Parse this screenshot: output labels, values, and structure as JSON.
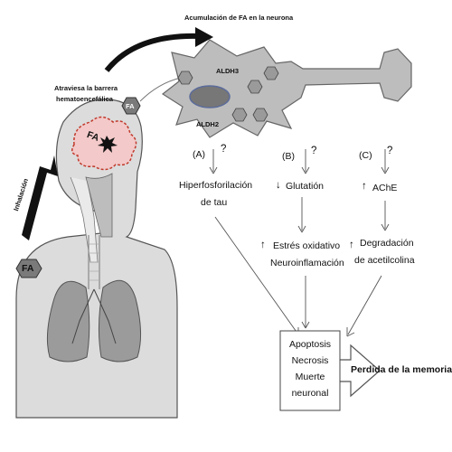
{
  "header": {
    "accumulation": "Acumulación de FA en la neurona",
    "barrier_line1": "Atraviesa la barrera",
    "barrier_line2": "hematoencefálica"
  },
  "neuron": {
    "enzyme1": "ALDH3",
    "enzyme2": "ALDH2",
    "fa_label": "FA"
  },
  "body": {
    "inhalation": "Inhalación",
    "fa_outside": "FA",
    "fa_brain": "FA"
  },
  "pathways": {
    "a": {
      "tag": "(A)",
      "question": "?",
      "line1": "Hiperfosforilación",
      "line2": "de tau"
    },
    "b": {
      "tag": "(B)",
      "question": "?",
      "line1": "Glutatión",
      "arrow": "↓"
    },
    "c": {
      "tag": "(C)",
      "question": "?",
      "line1": "AChE",
      "arrow": "↑"
    },
    "b2": {
      "arrow": "↑",
      "line1": "Estrés oxidativo",
      "line2": "Neuroinflamación"
    },
    "c2": {
      "arrow": "↑",
      "line1": "Degradación",
      "line2": "de acetilcolina"
    }
  },
  "outcome": {
    "line1": "Apoptosis",
    "line2": "Necrosis",
    "line3": "Muerte",
    "line4": "neuronal",
    "result": "Perdida de la memoria"
  },
  "colors": {
    "neuron_fill": "#bdbdbd",
    "brain_fill": "#f3c9c9",
    "brain_stroke": "#c0392b",
    "body_fill": "#d6d6d6",
    "hex_fill": "#7a7a7a"
  }
}
